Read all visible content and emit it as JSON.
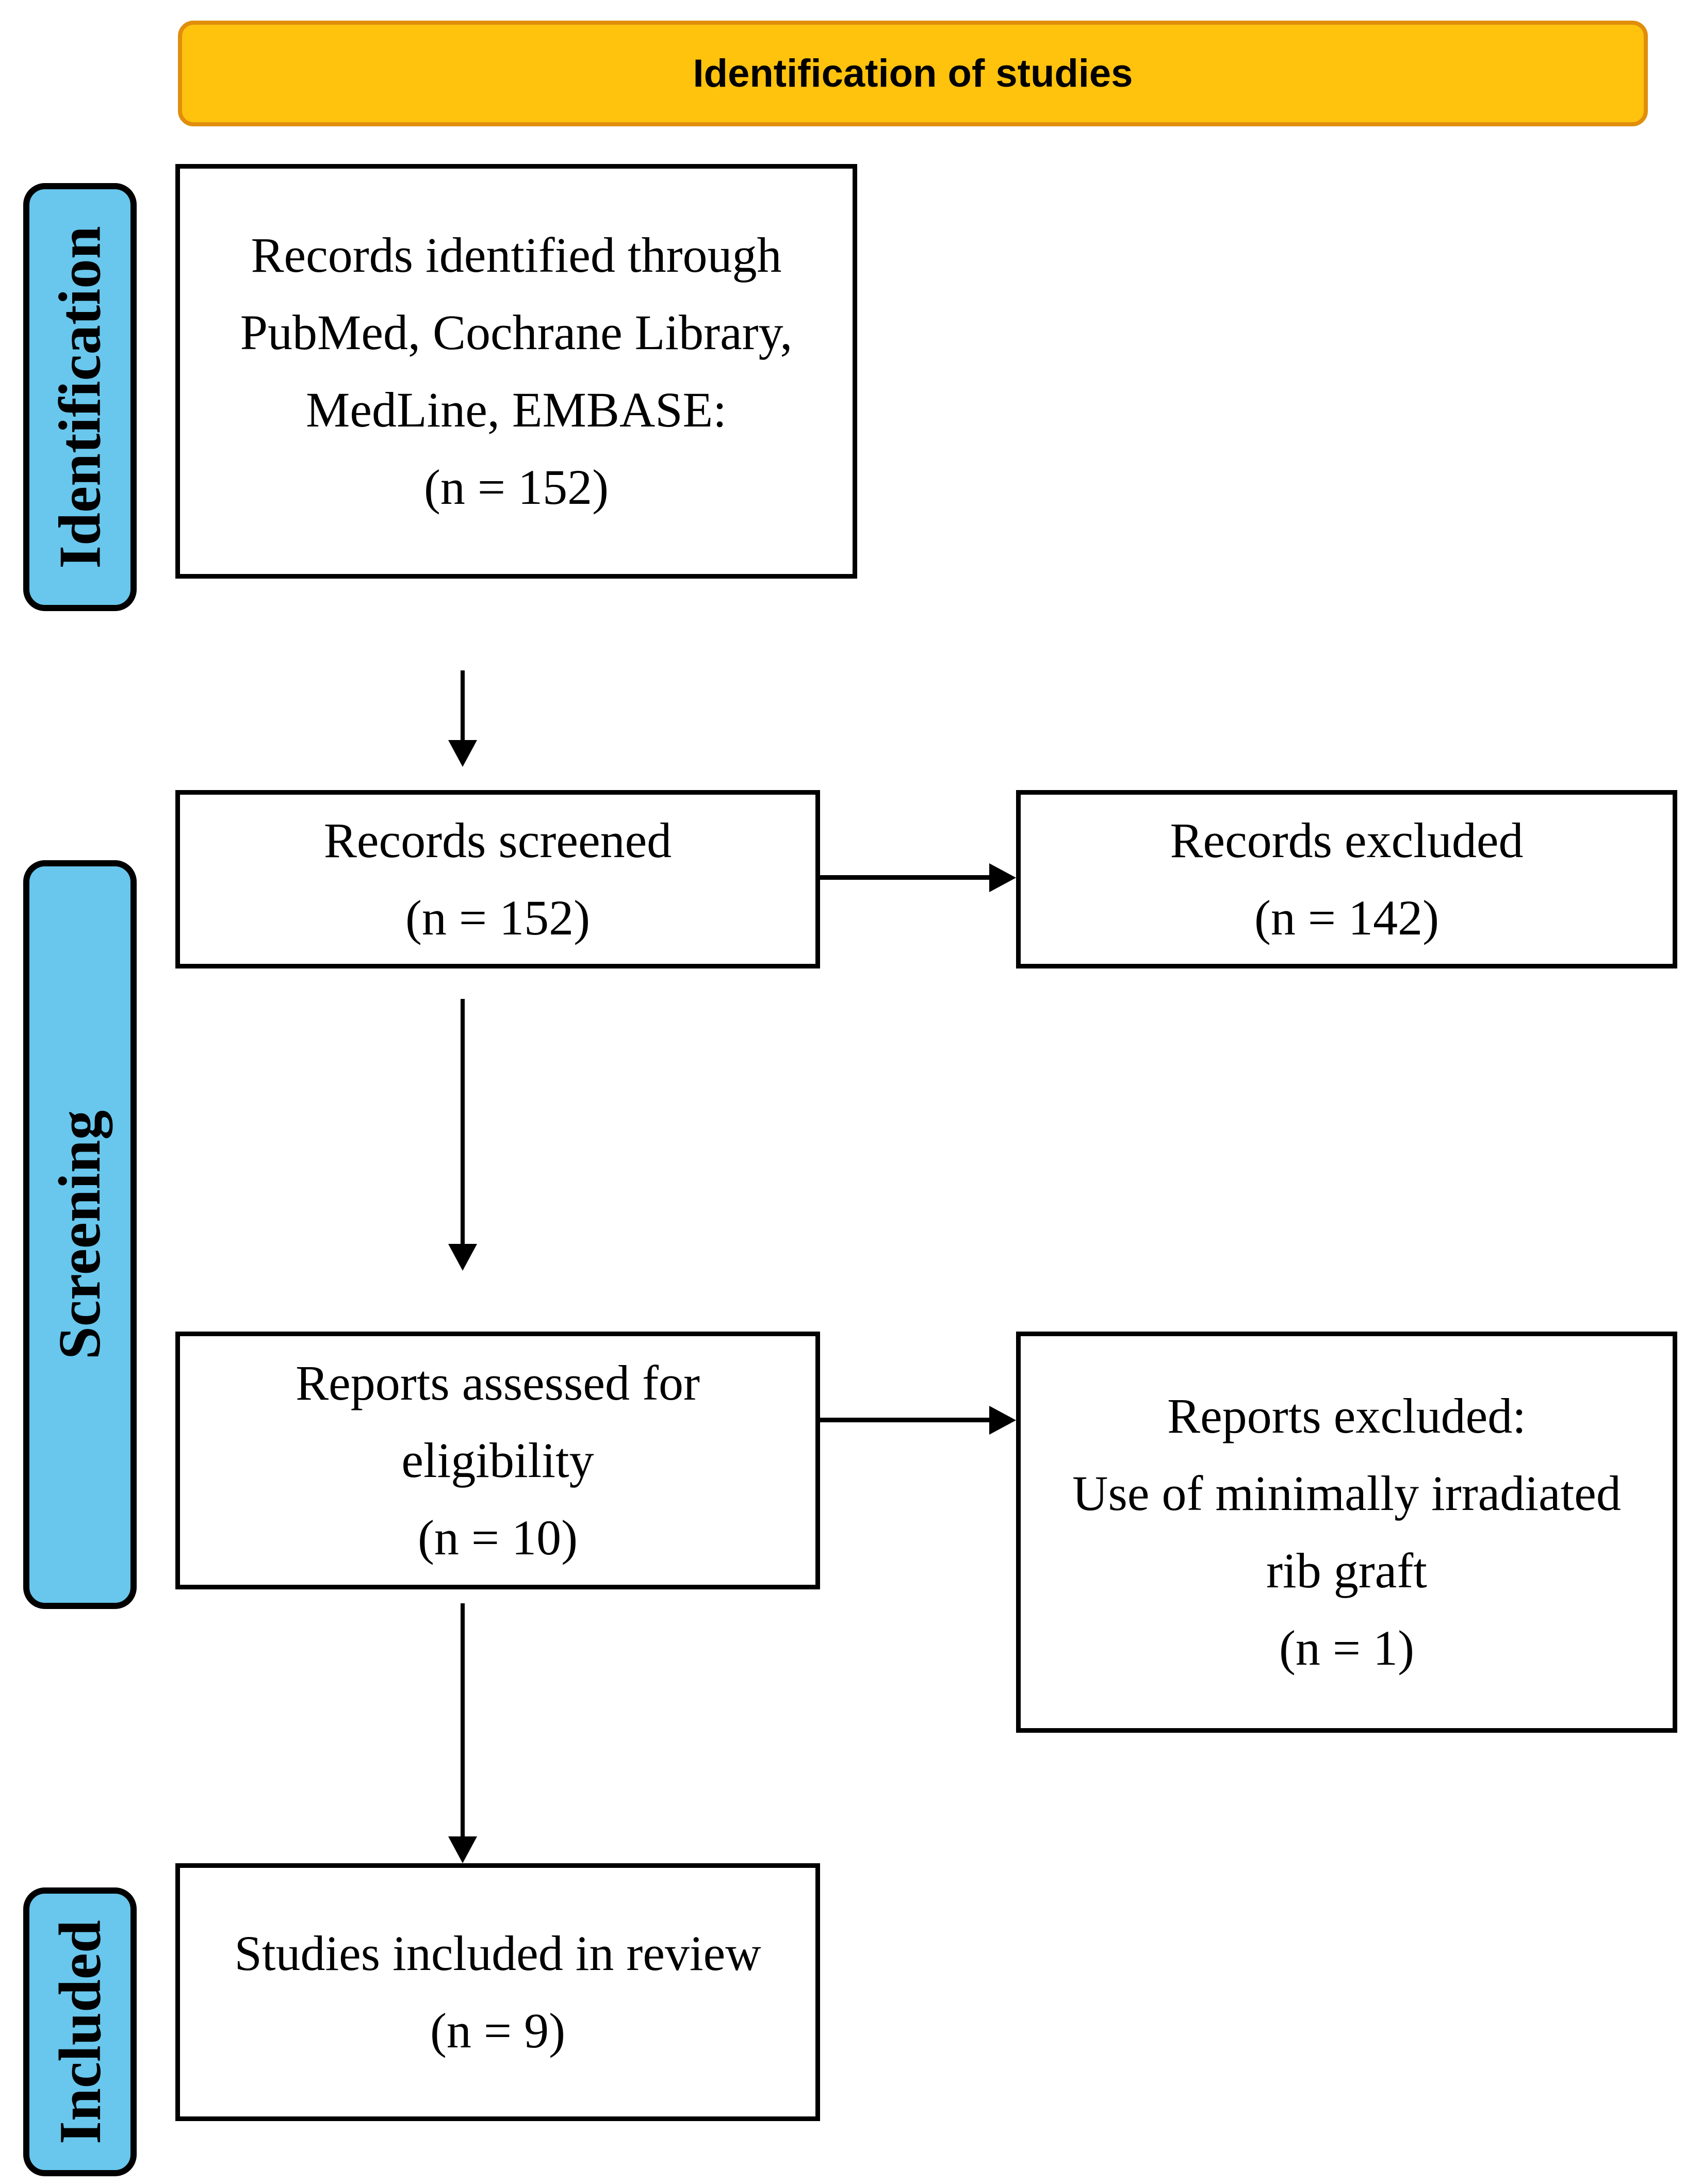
{
  "banner": {
    "label": "Identification of studies"
  },
  "stages": {
    "identification": {
      "label": "Identification"
    },
    "screening": {
      "label": "Screening"
    },
    "included": {
      "label": "Included"
    }
  },
  "boxes": {
    "records_identified": {
      "lines": [
        "Records identified through",
        "PubMed, Cochrane Library,",
        "MedLine, EMBASE:",
        "(n = 152)"
      ],
      "n": 152
    },
    "records_screened": {
      "lines": [
        "Records screened",
        "(n = 152)"
      ],
      "n": 152
    },
    "records_excluded": {
      "lines": [
        "Records excluded",
        "(n = 142)"
      ],
      "n": 142
    },
    "reports_assessed": {
      "lines": [
        "Reports assessed for",
        "eligibility",
        "(n = 10)"
      ],
      "n": 10
    },
    "reports_excluded": {
      "lines": [
        "Reports excluded:",
        "Use of minimally irradiated",
        "rib graft",
        "(n = 1)"
      ],
      "n": 1
    },
    "studies_included": {
      "lines": [
        "Studies included in review",
        "(n = 9)"
      ],
      "n": 9
    }
  },
  "colors": {
    "banner_fill": "#FFC20D",
    "banner_border": "#E08E0B",
    "stage_fill": "#69C6EC",
    "box_border": "#000000",
    "arrow": "#000000",
    "background": "#FFFFFF"
  }
}
